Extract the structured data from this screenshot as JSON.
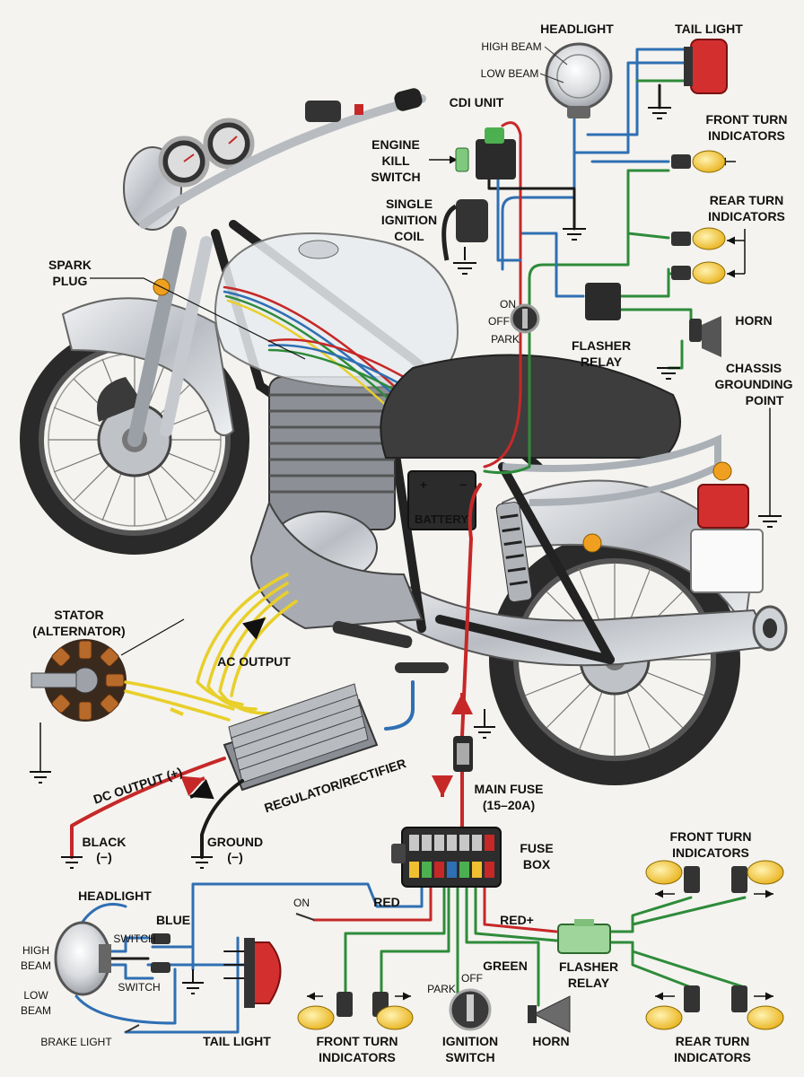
{
  "labels": {
    "headlight_top": "HEADLIGHT",
    "high_beam_top": "HIGH BEAM",
    "low_beam_top": "LOW BEAM",
    "tail_light_top": "TAIL LIGHT",
    "cdi_unit": "CDI UNIT",
    "engine_kill_1": "ENGINE",
    "engine_kill_2": "KILL",
    "engine_kill_3": "SWITCH",
    "front_turn_top_1": "FRONT TURN",
    "front_turn_top_2": "INDICATORS",
    "single_coil_1": "SINGLE",
    "single_coil_2": "IGNITION",
    "single_coil_3": "COIL",
    "rear_turn_top_1": "REAR TURN",
    "rear_turn_top_2": "INDICATORS",
    "spark_1": "SPARK",
    "spark_2": "PLUG",
    "key_on": "ON",
    "key_off": "OFF",
    "key_park": "PARK",
    "horn_top": "HORN",
    "flasher_top_1": "FLASHER",
    "flasher_top_2": "RELAY",
    "chassis_1": "CHASSIS",
    "chassis_2": "GROUNDING",
    "chassis_3": "POINT",
    "battery": "BATTERY",
    "battery_plus": "+",
    "battery_minus": "−",
    "stator_1": "STATOR",
    "stator_2": "(ALTERNATOR)",
    "ac_output": "AC OUTPUT",
    "dc_output": "DC OUTPUT (+)",
    "regulator": "REGULATOR/RECTIFIER",
    "black_1": "BLACK",
    "black_2": "(−)",
    "ground_1": "GROUND",
    "ground_2": "(−)",
    "main_fuse_1": "MAIN FUSE",
    "main_fuse_2": "(15–20A)",
    "fuse_box_1": "FUSE",
    "fuse_box_2": "BOX",
    "headlight_bot": "HEADLIGHT",
    "blue": "BLUE",
    "on_bot": "ON",
    "red": "RED",
    "red_plus": "RED+",
    "switch_1": "SWITCH",
    "switch_2": "SWITCH",
    "high_beam_1": "HIGH",
    "high_beam_2": "BEAM",
    "low_beam_1": "LOW",
    "low_beam_2": "BEAM",
    "brake_light": "BRAKE LIGHT",
    "tail_light_bot": "TAIL LIGHT",
    "park_bot": "PARK",
    "off_bot": "OFF",
    "green": "GREEN",
    "flasher_bot_1": "FLASHER",
    "flasher_bot_2": "RELAY",
    "front_turn_bot_top_1": "FRONT TURN",
    "front_turn_bot_top_2": "INDICATORS",
    "front_turn_bot_1": "FRONT TURN",
    "front_turn_bot_2": "INDICATORS",
    "ignition_1": "IGNITION",
    "ignition_2": "SWITCH",
    "horn_bot": "HORN",
    "rear_turn_bot_1": "REAR TURN",
    "rear_turn_bot_2": "INDICATORS"
  },
  "colors": {
    "background": "#f4f3ef",
    "wire_red": "#c62828",
    "wire_blue": "#2f6fb3",
    "wire_green": "#2e8b3a",
    "wire_yellow": "#e8cf2a",
    "wire_black": "#1a1a1a",
    "indicator_amber": "#f2c230",
    "tail_red": "#d32f2f",
    "flasher_green": "#9fd49a"
  }
}
